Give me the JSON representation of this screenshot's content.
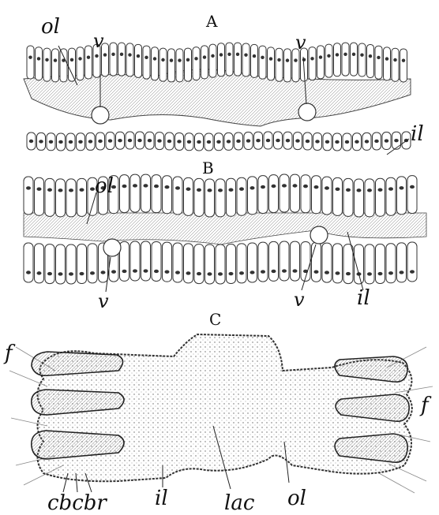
{
  "figure": {
    "panel_labels": {
      "a": "A",
      "b": "B",
      "c": "C"
    },
    "panel_a_labels": {
      "ol": "ol",
      "v1": "v",
      "v2": "v",
      "il": "il"
    },
    "panel_b_labels": {
      "ol": "ol",
      "v1": "v",
      "v2": "v",
      "il": "il"
    },
    "panel_c_labels": {
      "f_left": "f",
      "f_right": "f",
      "cbcbr": "cbcbr",
      "il": "il",
      "lac": "lac",
      "ol": "ol"
    }
  }
}
